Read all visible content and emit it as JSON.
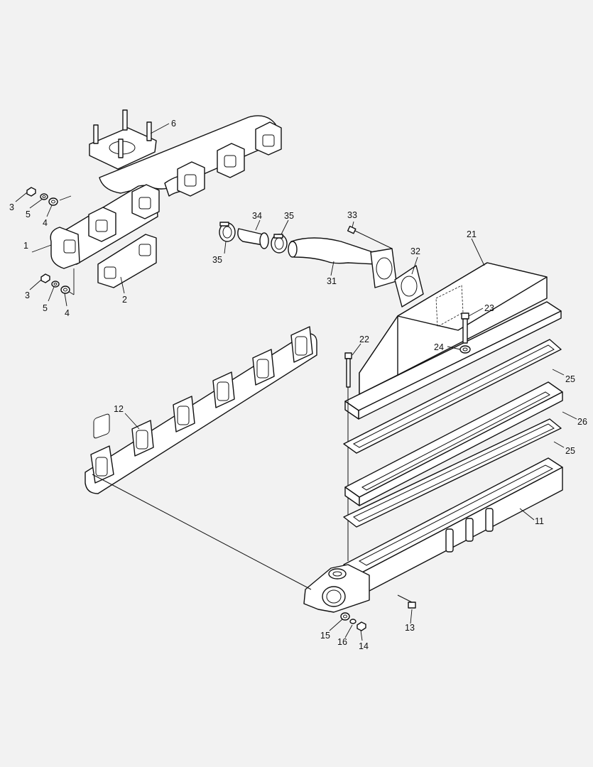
{
  "callouts": {
    "c1": "1",
    "c2": "2",
    "c3a": "3",
    "c3b": "3",
    "c4a": "4",
    "c4b": "4",
    "c5a": "5",
    "c5b": "5",
    "c6": "6",
    "c11": "11",
    "c12": "12",
    "c13": "13",
    "c14": "14",
    "c15": "15",
    "c16": "16",
    "c21": "21",
    "c22": "22",
    "c23": "23",
    "c24": "24",
    "c25a": "25",
    "c25b": "25",
    "c26": "26",
    "c31": "31",
    "c32": "32",
    "c33": "33",
    "c34": "34",
    "c35a": "35",
    "c35b": "35"
  },
  "style": {
    "line_color": "#111111",
    "part_fill": "#ffffff",
    "background": "#f2f2f2"
  }
}
